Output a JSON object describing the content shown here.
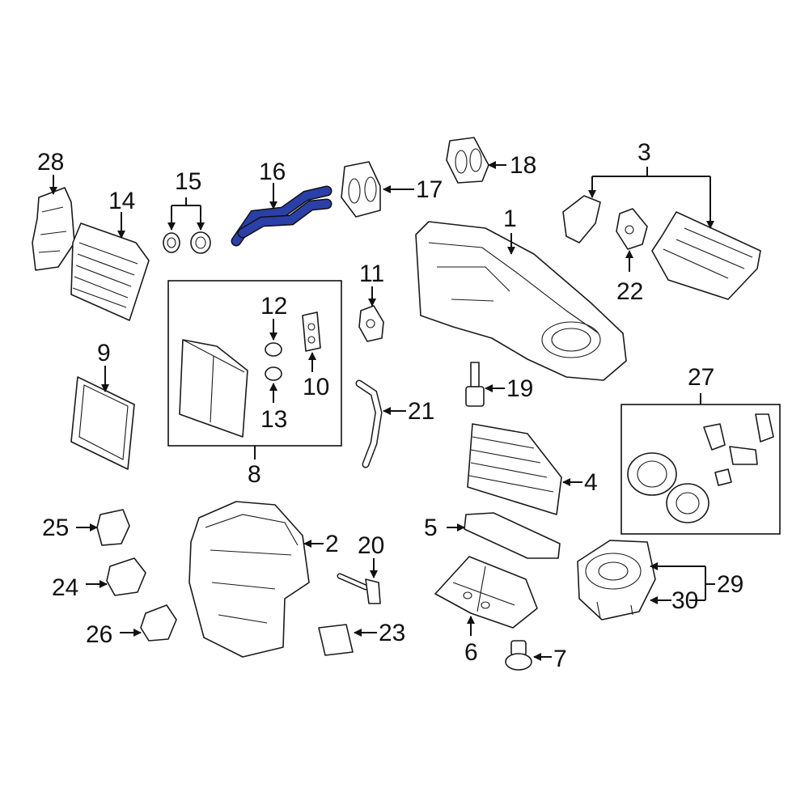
{
  "diagram": {
    "highlight_color": "#2b3fa8",
    "line_color": "#111111",
    "callouts": {
      "c1": "1",
      "c2": "2",
      "c3": "3",
      "c4": "4",
      "c5": "5",
      "c6": "6",
      "c7": "7",
      "c8": "8",
      "c9": "9",
      "c10": "10",
      "c11": "11",
      "c12": "12",
      "c13": "13",
      "c14": "14",
      "c15": "15",
      "c16": "16",
      "c17": "17",
      "c18": "18",
      "c19": "19",
      "c20": "20",
      "c21": "21",
      "c22": "22",
      "c23": "23",
      "c24": "24",
      "c25": "25",
      "c26": "26",
      "c27": "27",
      "c28": "28",
      "c29": "29",
      "c30": "30"
    }
  }
}
